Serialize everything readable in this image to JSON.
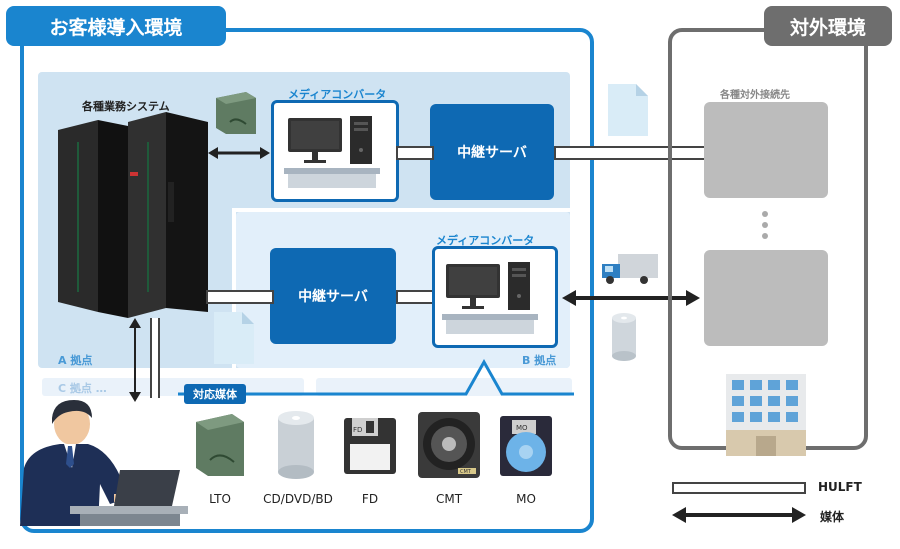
{
  "customer_env": {
    "title": "お客様導入環境"
  },
  "external_env": {
    "title": "対外環境",
    "destinations_label": "各種対外接続先"
  },
  "site_a": {
    "label": "A 拠点",
    "systems_label": "各種業務システム",
    "converter_label": "メディアコンバータ",
    "relay_label": "中継サーバ"
  },
  "site_b": {
    "label": "B 拠点",
    "converter_label": "メディアコンバータ",
    "relay_label": "中継サーバ"
  },
  "site_c": {
    "label": "C 拠点 …"
  },
  "supported_media": {
    "title": "対応媒体",
    "items": [
      "LTO",
      "CD/DVD/BD",
      "FD",
      "CMT",
      "MO"
    ]
  },
  "legend": {
    "hulft": "HULFT",
    "media": "媒体"
  },
  "colors": {
    "primary_blue": "#1a85cf",
    "dark_blue": "#0e69b3",
    "light_blue_bg": "#cfe3f2",
    "gray_border": "#6e6e6e"
  }
}
